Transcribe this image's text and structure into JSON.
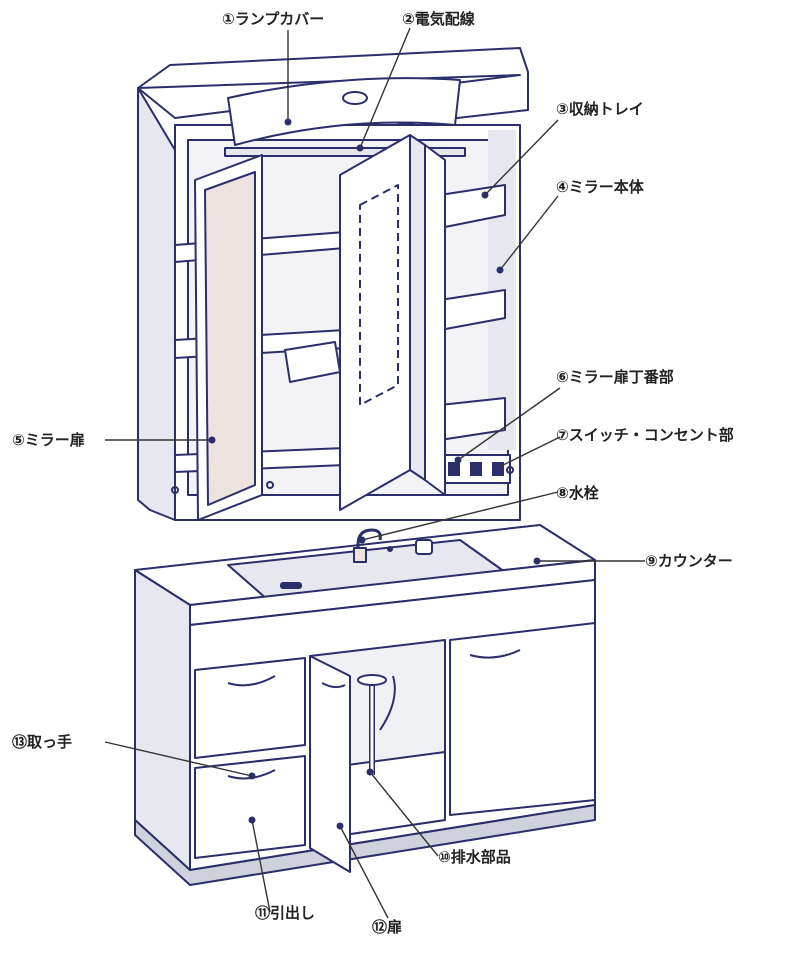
{
  "labels": {
    "l1": "①ランプカバー",
    "l2": "②電気配線",
    "l3": "③収納トレイ",
    "l4": "④ミラー本体",
    "l5": "⑤ミラー扉",
    "l6": "⑥ミラー扉丁番部",
    "l7": "⑦スイッチ・コンセント部",
    "l8": "⑧水栓",
    "l9": "⑨カウンター",
    "l10": "⑩排水部品",
    "l11": "⑪引出し",
    "l12": "⑫扉",
    "l13": "⑬取っ手"
  },
  "colors": {
    "outline": "#2a2f6b",
    "fill": "#ffffff",
    "shade": "#e6e7ef",
    "mirror": "#ece3df",
    "leader": "#333333"
  }
}
